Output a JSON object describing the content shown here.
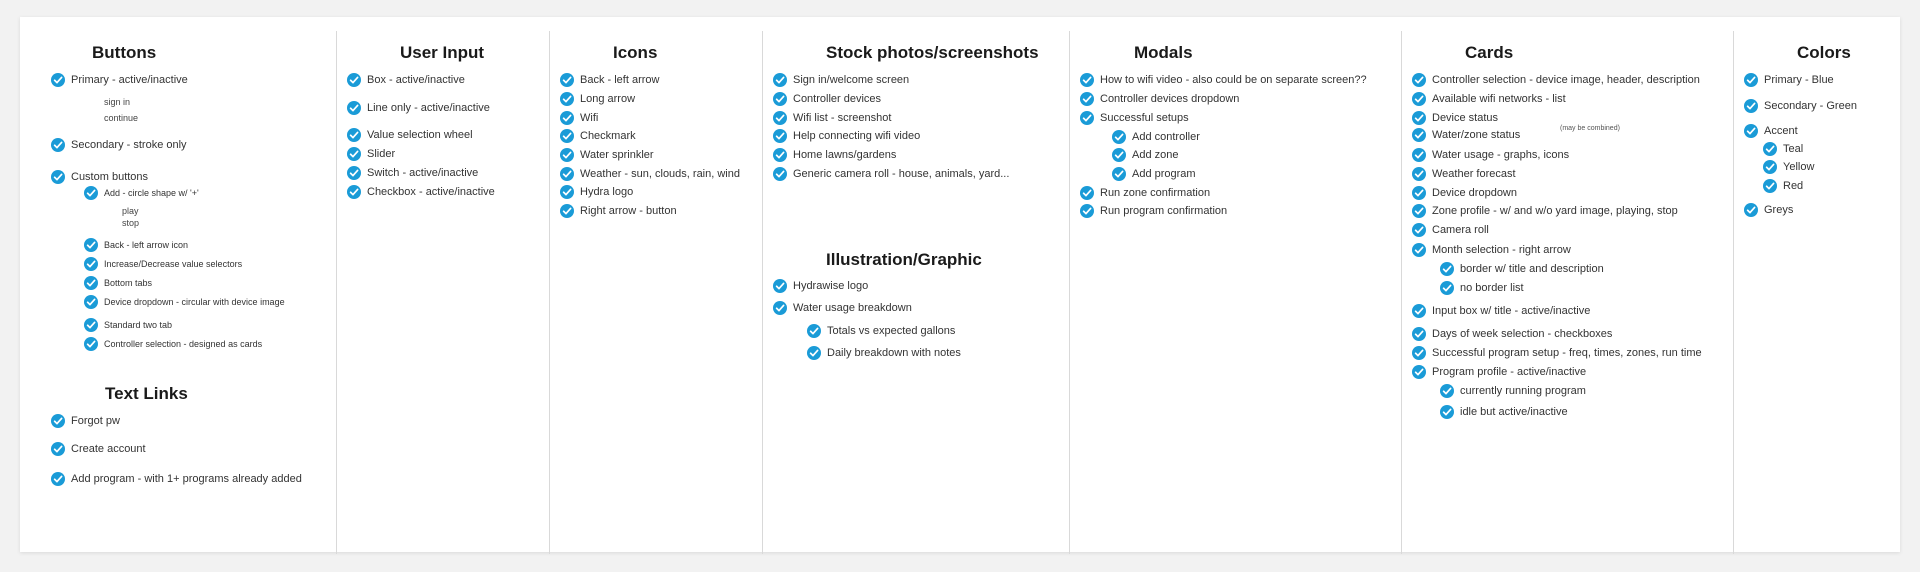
{
  "colors": {
    "check": "#1a9bd7",
    "heading": "#1a1a1a",
    "divider": "#d9d9d9"
  },
  "buttons": {
    "heading": "Buttons",
    "primary": "Primary - active/inactive",
    "sign_in": "sign in",
    "continue": "continue",
    "secondary": "Secondary - stroke only",
    "custom": "Custom buttons",
    "add_circle": "Add - circle shape w/ '+'",
    "play": "play",
    "stop": "stop",
    "back_icon": "Back - left arrow icon",
    "increase": "Increase/Decrease value selectors",
    "bottom_tabs": "Bottom tabs",
    "device_dropdown": "Device dropdown - circular with device image",
    "standard_tab": "Standard two tab",
    "controller_selection": "Controller selection - designed as cards"
  },
  "text_links": {
    "heading": "Text Links",
    "forgot": "Forgot pw",
    "create": "Create account",
    "add_program": "Add program - with 1+ programs already added"
  },
  "user_input": {
    "heading": "User Input",
    "items": [
      "Box - active/inactive",
      "Line only - active/inactive",
      "Value selection wheel",
      "Slider",
      "Switch - active/inactive",
      "Checkbox - active/inactive"
    ]
  },
  "icons": {
    "heading": "Icons",
    "items": [
      "Back - left arrow",
      "Long arrow",
      "Wifi",
      "Checkmark",
      "Water sprinkler",
      "Weather - sun, clouds, rain, wind",
      "Hydra logo",
      "Right arrow - button"
    ]
  },
  "stock": {
    "heading": "Stock photos/screenshots",
    "items": [
      "Sign in/welcome screen",
      "Controller devices",
      "Wifi list - screenshot",
      "Help connecting wifi video",
      "Home lawns/gardens",
      "Generic camera roll - house, animals, yard..."
    ]
  },
  "illustration": {
    "heading": "Illustration/Graphic",
    "logo": "Hydrawise logo",
    "breakdown": "Water usage breakdown",
    "totals": "Totals vs expected gallons",
    "daily": "Daily breakdown with notes"
  },
  "modals": {
    "heading": "Modals",
    "wifi_video": "How to wifi video - also could be on separate screen??",
    "controller_dropdown": "Controller devices dropdown",
    "successful": "Successful setups",
    "add_controller": "Add controller",
    "add_zone": "Add zone",
    "add_program": "Add program",
    "run_zone": "Run zone confirmation",
    "run_program": "Run program confirmation"
  },
  "cards": {
    "heading": "Cards",
    "controller_selection": "Controller selection - device image, header, description",
    "wifi_networks": "Available wifi networks - list",
    "device_status": "Device status",
    "combined_note": "(may be combined)",
    "zone_status": "Water/zone status",
    "water_usage": "Water usage - graphs, icons",
    "weather": "Weather forecast",
    "device_dropdown": "Device dropdown",
    "zone_profile": "Zone profile - w/ and w/o yard image, playing, stop",
    "camera_roll": "Camera roll",
    "month_selection": "Month selection - right arrow",
    "border_title": "border w/ title and description",
    "no_border": "no border list",
    "input_box": "Input box w/ title - active/inactive",
    "days_of_week": "Days of week selection - checkboxes",
    "program_setup": "Successful program setup - freq, times, zones, run time",
    "program_profile": "Program profile - active/inactive",
    "running": "currently running program",
    "idle": "idle but active/inactive"
  },
  "colors_col": {
    "heading": "Colors",
    "primary": "Primary - Blue",
    "secondary": "Secondary - Green",
    "accent": "Accent",
    "teal": "Teal",
    "yellow": "Yellow",
    "red": "Red",
    "greys": "Greys"
  }
}
